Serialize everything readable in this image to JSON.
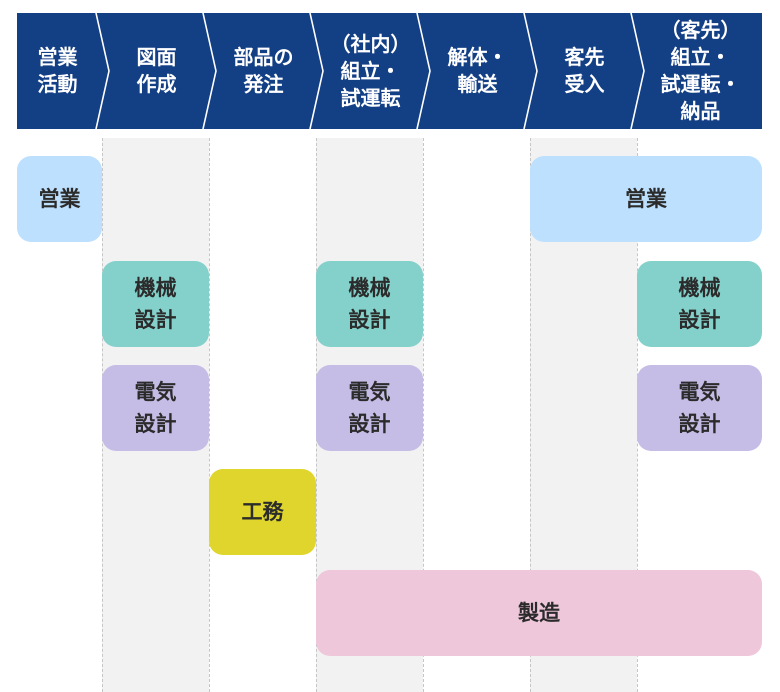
{
  "colors": {
    "header": "#133f85",
    "header_text": "#ffffff",
    "column_band": "#f2f2f2",
    "divider": "#c6c6c6",
    "eigyo": "#bde0ff",
    "kikai": "#84d1cb",
    "denki": "#c6bde6",
    "koumu": "#dfd52c",
    "seizo": "#eec7da"
  },
  "process_steps": [
    {
      "label": "営業\n活動"
    },
    {
      "label": "図面\n作成"
    },
    {
      "label": "部品の\n発注"
    },
    {
      "label": "（社内）\n組立・\n試運転"
    },
    {
      "label": "解体・\n輸送"
    },
    {
      "label": "客先\n受入"
    },
    {
      "label": "（客先）\n組立・\n試運転・\n納品"
    }
  ],
  "roles": [
    {
      "label": "営業",
      "color": "eigyo",
      "from": 0,
      "to": 0,
      "row": 0
    },
    {
      "label": "営業",
      "color": "eigyo",
      "from": 5,
      "to": 6,
      "row": 0
    },
    {
      "label": "機械\n設計",
      "color": "kikai",
      "from": 1,
      "to": 1,
      "row": 1
    },
    {
      "label": "機械\n設計",
      "color": "kikai",
      "from": 3,
      "to": 3,
      "row": 1
    },
    {
      "label": "機械\n設計",
      "color": "kikai",
      "from": 6,
      "to": 6,
      "row": 1
    },
    {
      "label": "電気\n設計",
      "color": "denki",
      "from": 1,
      "to": 1,
      "row": 2
    },
    {
      "label": "電気\n設計",
      "color": "denki",
      "from": 3,
      "to": 3,
      "row": 2
    },
    {
      "label": "電気\n設計",
      "color": "denki",
      "from": 6,
      "to": 6,
      "row": 2
    },
    {
      "label": "工務",
      "color": "koumu",
      "from": 2,
      "to": 2,
      "row": 3
    },
    {
      "label": "製造",
      "color": "seizo",
      "from": 3,
      "to": 6,
      "row": 4
    }
  ]
}
